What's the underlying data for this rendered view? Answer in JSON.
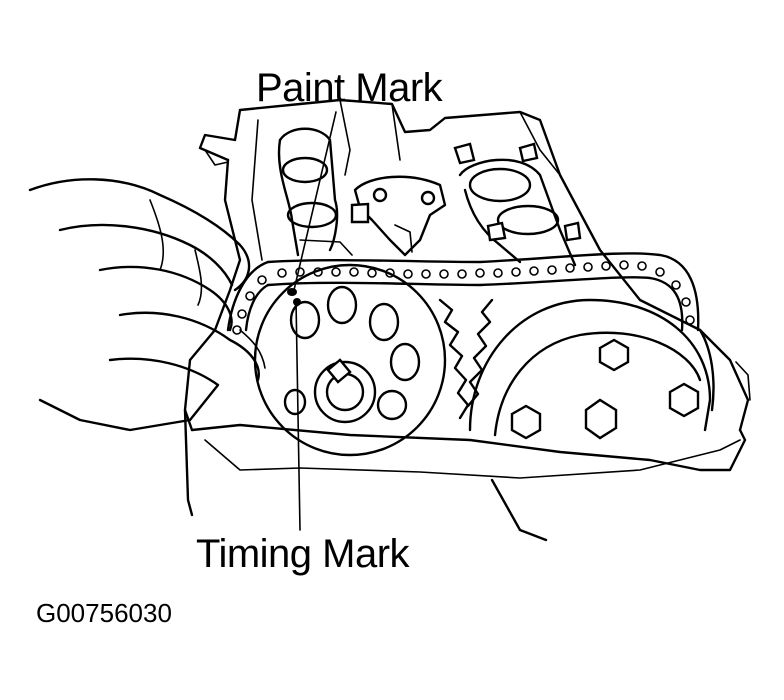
{
  "labels": {
    "paint_mark": "Paint Mark",
    "timing_mark": "Timing Mark"
  },
  "figure_id": "G00756030",
  "colors": {
    "ink": "#000000",
    "background": "#ffffff"
  }
}
